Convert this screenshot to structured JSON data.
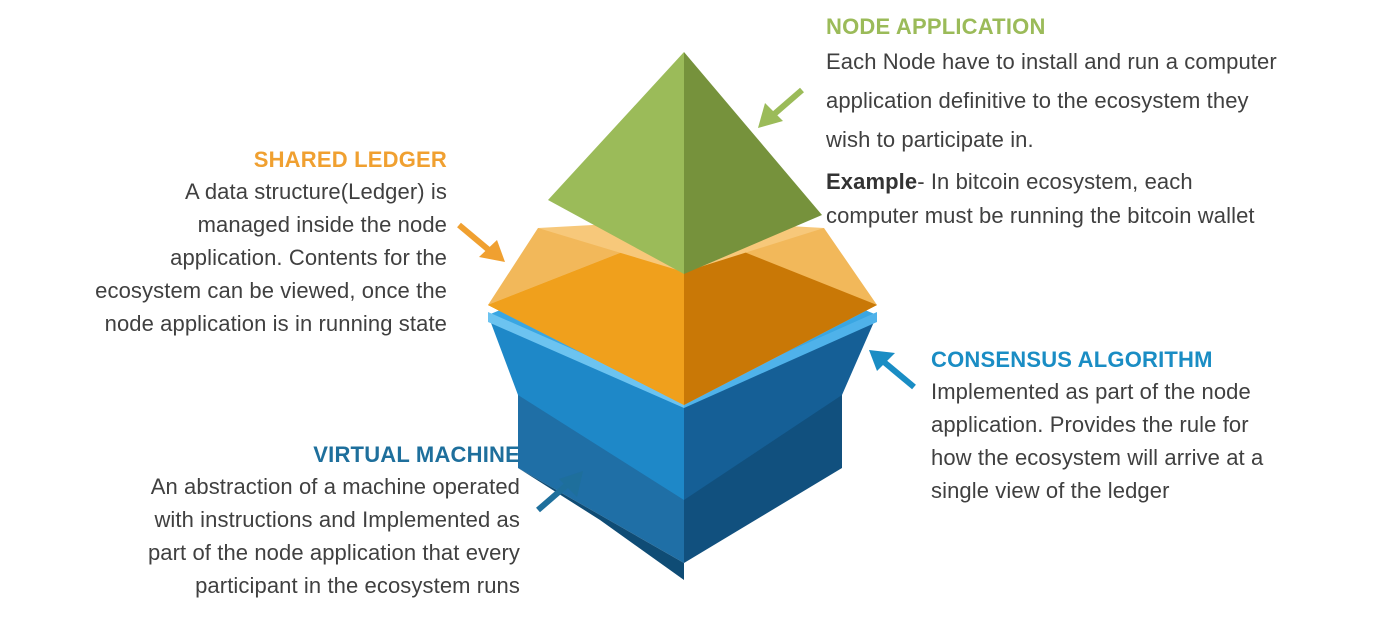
{
  "node_application": {
    "title": "NODE APPLICATION",
    "lines": [
      "Each Node have to install and run a computer",
      "application definitive to the ecosystem they",
      "wish to participate in."
    ],
    "example_label": "Example",
    "example_lines": [
      "- In bitcoin ecosystem, each",
      "computer must be running the bitcoin wallet"
    ],
    "color": "#9bbb59"
  },
  "shared_ledger": {
    "title": "SHARED LEDGER",
    "lines": [
      "A data structure(Ledger)  is",
      "managed inside the node",
      "application. Contents for the",
      "ecosystem  can be viewed, once the",
      "node application is in running state"
    ],
    "color": "#f0a030"
  },
  "consensus_algorithm": {
    "title": "CONSENSUS ALGORITHM",
    "lines": [
      "Implemented as part of the node",
      "application. Provides the rule for",
      "how the ecosystem will arrive at a",
      "single view of the ledger"
    ],
    "color": "#1a8dc4"
  },
  "virtual_machine": {
    "title": "VIRTUAL MACHINE",
    "lines": [
      "An abstraction of a machine operated",
      "with instructions and  Implemented as",
      "part of the node application that every",
      "participant in the ecosystem runs"
    ],
    "color": "#1e6f9c"
  }
}
